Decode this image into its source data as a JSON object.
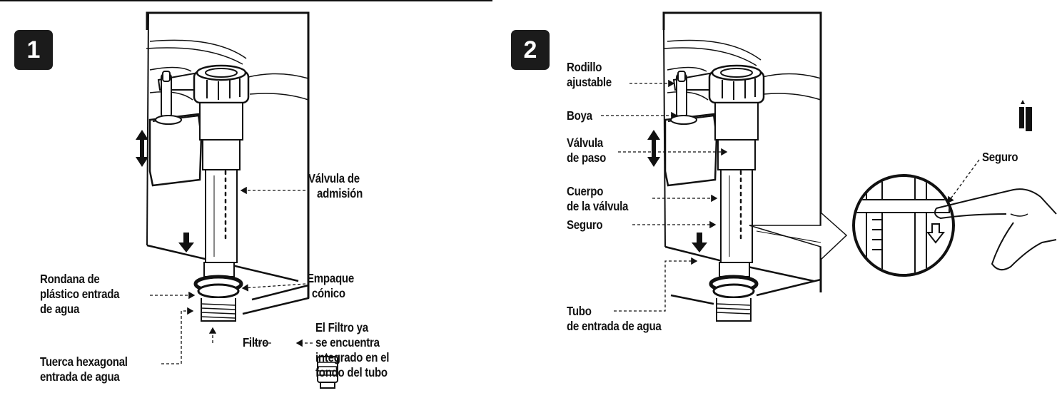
{
  "step1": {
    "badge": "1",
    "labels": {
      "valvula_admision": [
        "Válvula de",
        "admisión"
      ],
      "rondana": [
        "Rondana de",
        "plástico entrada",
        "de agua"
      ],
      "empaque": [
        "Empaque",
        "cónico"
      ],
      "filtro": "Filtro",
      "filtro_nota": [
        "El Filtro ya",
        "se encuentra",
        "integrado en el",
        "fondo del tubo"
      ],
      "tuerca": [
        "Tuerca hexagonal",
        "entrada de agua"
      ]
    }
  },
  "step2": {
    "badge": "2",
    "labels": {
      "rodillo": [
        "Rodillo",
        "ajustable"
      ],
      "boya": "Boya",
      "valvula_paso": [
        "Válvula",
        "de paso"
      ],
      "cuerpo": [
        "Cuerpo",
        "de la válvula"
      ],
      "seguro": "Seguro",
      "tubo": [
        "Tubo",
        "de entrada de agua"
      ],
      "seguro_detalle": "Seguro"
    }
  },
  "icons": {
    "lock_state": "lock-icon",
    "direction": "up-down-arrow-icon"
  }
}
